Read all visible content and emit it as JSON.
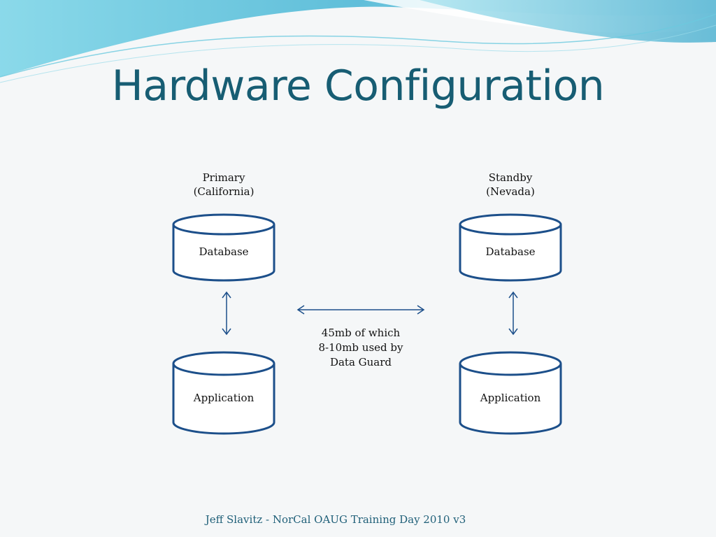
{
  "slide": {
    "title": "Hardware Configuration",
    "footer": "Jeff Slavitz - NorCal OAUG Training Day 2010 v3"
  },
  "primary": {
    "label_line1": "Primary",
    "label_line2": "(California)",
    "database_label": "Database",
    "application_label": "Application"
  },
  "standby": {
    "label_line1": "Standby",
    "label_line2": "(Nevada)",
    "database_label": "Database",
    "application_label": "Application"
  },
  "link": {
    "line1": "45mb of which",
    "line2": "8-10mb used by",
    "line3": "Data Guard"
  },
  "colors": {
    "title": "#175d73",
    "shape_stroke": "#1c4f8a",
    "footer": "#1f5f78",
    "wave": "#5fc6dd"
  }
}
